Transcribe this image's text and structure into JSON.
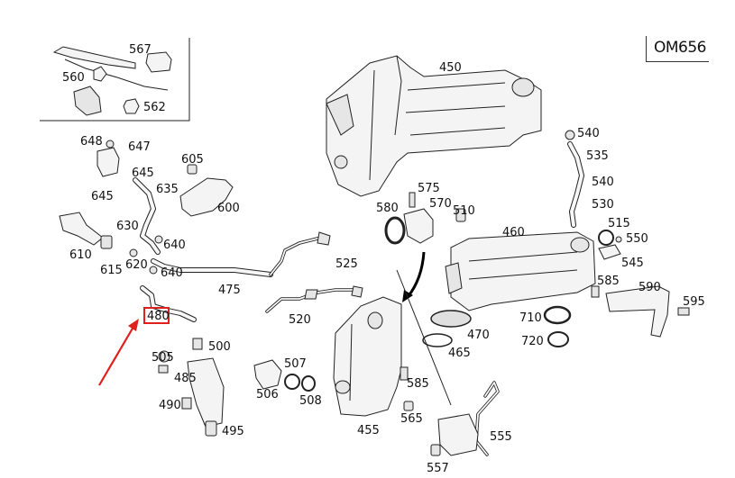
{
  "model_code": "OM656",
  "highlight": {
    "label": "480",
    "color": "#e0201c"
  },
  "arrow_color": "#e0201c",
  "labels": {
    "l450": "450",
    "l460": "460",
    "l455": "455",
    "l540a": "540",
    "l535": "535",
    "l540b": "540",
    "l530": "530",
    "l515": "515",
    "l550": "550",
    "l545": "545",
    "l575": "575",
    "l570": "570",
    "l580": "580",
    "l510": "510",
    "l525": "525",
    "l520": "520",
    "l475": "475",
    "l648": "648",
    "l647": "647",
    "l605": "605",
    "l645a": "645",
    "l635": "635",
    "l645b": "645",
    "l600": "600",
    "l630": "630",
    "l640a": "640",
    "l610": "610",
    "l620": "620",
    "l640b": "640",
    "l615": "615",
    "l567": "567",
    "l560": "560",
    "l562": "562",
    "l500": "500",
    "l505": "505",
    "l485": "485",
    "l490": "490",
    "l495": "495",
    "l507": "507",
    "l506": "506",
    "l508": "508",
    "l585a": "585",
    "l565": "565",
    "l585b": "585",
    "l555": "555",
    "l557": "557",
    "l590": "590",
    "l595": "595",
    "l710": "710",
    "l720": "720",
    "l470": "470",
    "l465": "465"
  }
}
